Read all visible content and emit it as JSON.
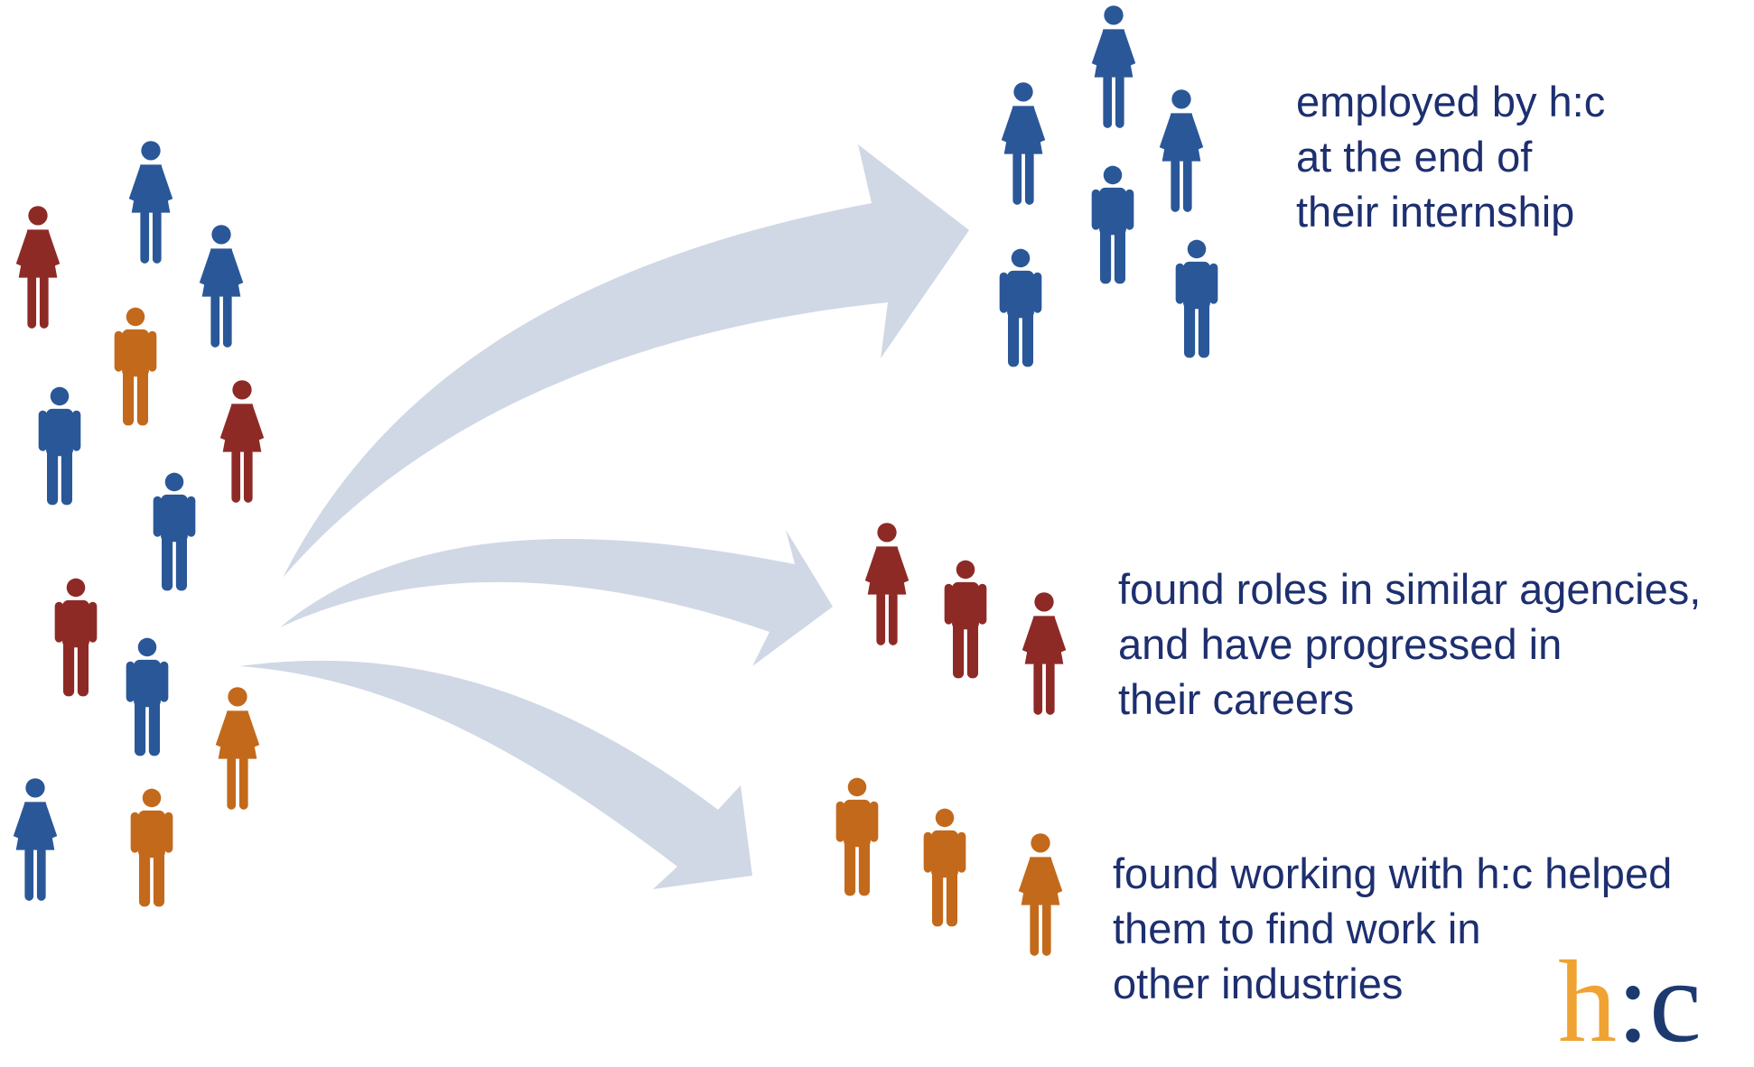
{
  "colors": {
    "blue": "#2a5798",
    "red": "#8e2a26",
    "orange": "#c3691c",
    "arrow": "#d0d8e6",
    "text": "#1d2f6f",
    "logo_orange": "#f0a332",
    "logo_blue": "#1d3a6f"
  },
  "icons": [
    "person-male-icon",
    "person-female-icon",
    "curved-arrow"
  ],
  "captions": {
    "employed": [
      "employed by h:c",
      "at the end of",
      "their internship"
    ],
    "similar": [
      "found roles in similar agencies,",
      "and have progressed in",
      "their careers"
    ],
    "other": [
      "found working with h:c helped",
      "them to find work in",
      "other industries"
    ]
  },
  "logo": {
    "text_h": "h",
    "text_c": ":c"
  },
  "groups": {
    "interns": [
      {
        "g": "female",
        "color": "blue"
      },
      {
        "g": "female",
        "color": "red"
      },
      {
        "g": "female",
        "color": "blue"
      },
      {
        "g": "male",
        "color": "orange"
      },
      {
        "g": "male",
        "color": "blue"
      },
      {
        "g": "female",
        "color": "red"
      },
      {
        "g": "male",
        "color": "blue"
      },
      {
        "g": "male",
        "color": "red"
      },
      {
        "g": "male",
        "color": "blue"
      },
      {
        "g": "female",
        "color": "orange"
      },
      {
        "g": "female",
        "color": "blue"
      },
      {
        "g": "male",
        "color": "orange"
      }
    ],
    "employed": [
      {
        "g": "female",
        "color": "blue"
      },
      {
        "g": "female",
        "color": "blue"
      },
      {
        "g": "female",
        "color": "blue"
      },
      {
        "g": "male",
        "color": "blue"
      },
      {
        "g": "male",
        "color": "blue"
      },
      {
        "g": "male",
        "color": "blue"
      }
    ],
    "similar": [
      {
        "g": "female",
        "color": "red"
      },
      {
        "g": "male",
        "color": "red"
      },
      {
        "g": "female",
        "color": "red"
      }
    ],
    "other": [
      {
        "g": "male",
        "color": "orange"
      },
      {
        "g": "male",
        "color": "orange"
      },
      {
        "g": "female",
        "color": "orange"
      }
    ]
  }
}
